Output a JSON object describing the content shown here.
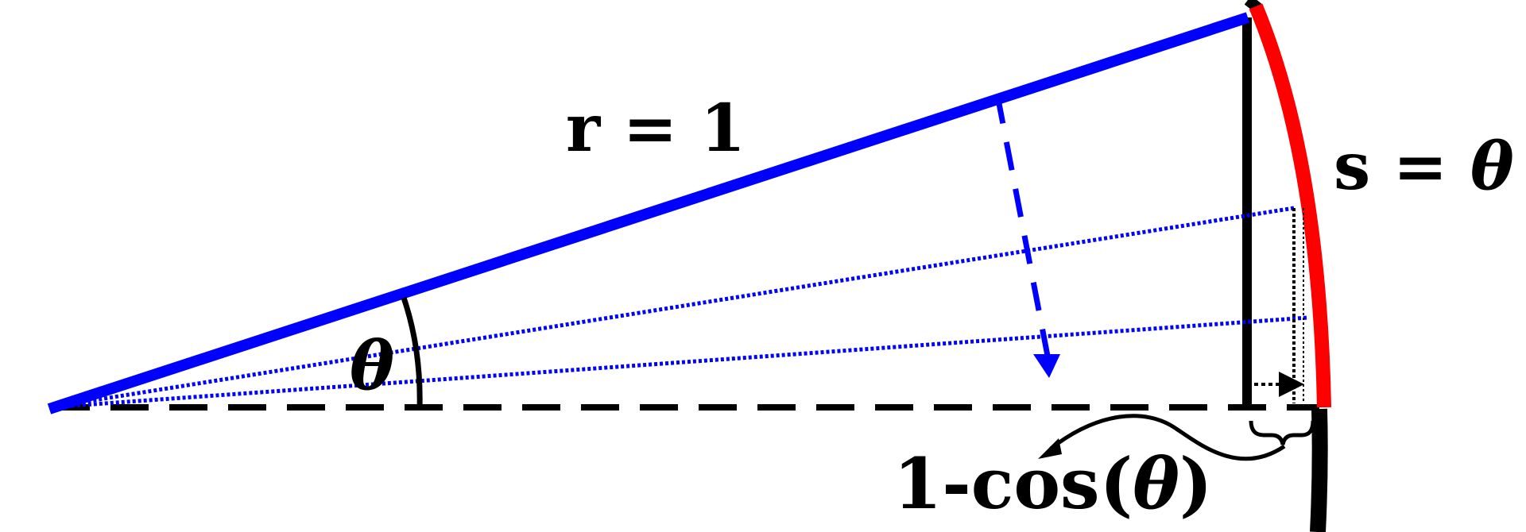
{
  "labels": {
    "radius": "r = 1",
    "arc_length_prefix": "s = ",
    "angle_symbol": "θ",
    "gap_prefix": "1-cos(",
    "gap_suffix": ")"
  },
  "colors": {
    "radius_line": "#0000ff",
    "arc_highlight": "#ff0000",
    "outline": "#000000",
    "background": "#ffffff"
  }
}
